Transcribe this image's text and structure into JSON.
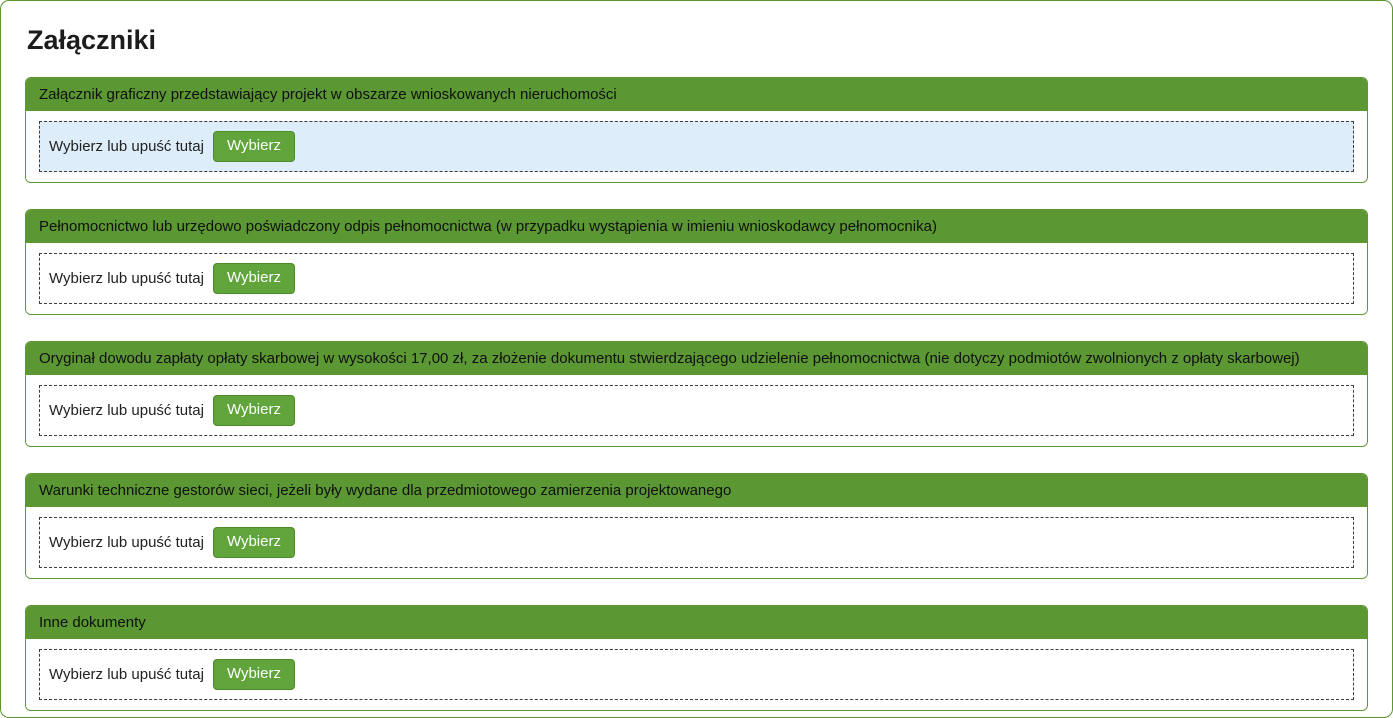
{
  "page": {
    "title": "Załączniki"
  },
  "dropzone": {
    "prompt": "Wybierz lub upuść tutaj",
    "button_label": "Wybierz"
  },
  "sections": [
    {
      "title": "Załącznik graficzny przedstawiający projekt w obszarze wnioskowanych nieruchomości",
      "highlighted": true
    },
    {
      "title": "Pełnomocnictwo lub urzędowo poświadczony odpis pełnomocnictwa (w przypadku wystąpienia w imieniu wnioskodawcy pełnomocnika)",
      "highlighted": false
    },
    {
      "title": "Oryginał dowodu zapłaty opłaty skarbowej w wysokości 17,00 zł, za złożenie dokumentu stwierdzającego udzielenie pełnomocnictwa (nie dotyczy podmiotów zwolnionych z opłaty skarbowej)",
      "highlighted": false
    },
    {
      "title": "Warunki techniczne gestorów sieci, jeżeli były wydane dla przedmiotowego zamierzenia projektowanego",
      "highlighted": false
    },
    {
      "title": "Inne dokumenty",
      "highlighted": false
    }
  ],
  "colors": {
    "accent": "#5b9733",
    "btn": "#61a43c",
    "btn_border": "#4c8c2b",
    "highlight": "#ddeefa",
    "text_dark": "#1c1c1c",
    "drop_border": "#3c3c3c"
  }
}
